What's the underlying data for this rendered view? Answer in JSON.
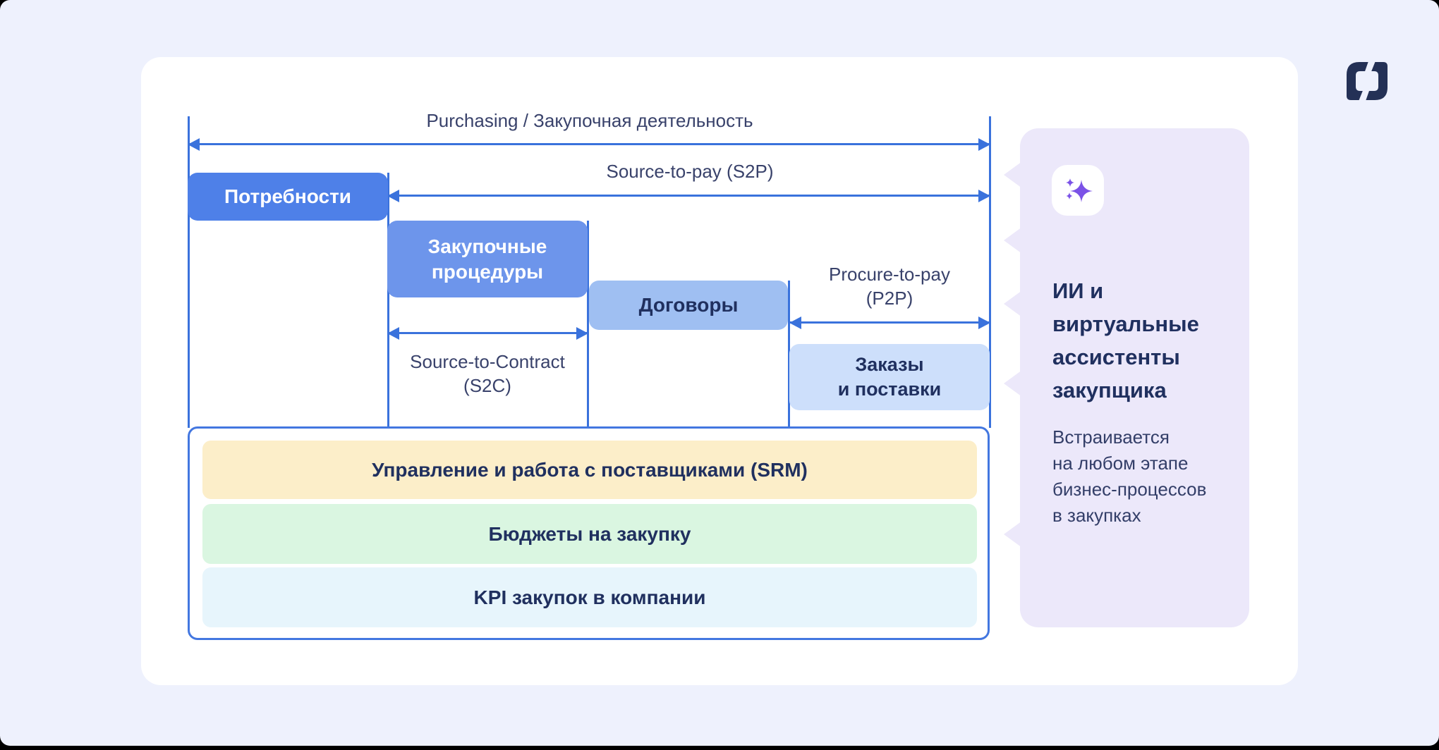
{
  "colors": {
    "bg": "#EEF1FD",
    "card": "#FFFFFF",
    "line": "#3A72DC",
    "border": "#4377E0",
    "box1": "#4E80E8",
    "box2": "#6D95EB",
    "box3": "#9FBFF2",
    "box4": "#CDDFFB",
    "bar-yellow": "#FCEEC9",
    "bar-green": "#DAF6E1",
    "bar-cyan": "#E7F5FC",
    "panel": "#ECE8FA",
    "navy": "#20305F",
    "slate": "#39426B",
    "accent": "#7B52E7",
    "logo": "#243156"
  },
  "diagram": {
    "purchasing_label": "Purchasing / Закупочная деятельность",
    "s2p_label": "Source-to-pay (S2P)",
    "s2c_label": "Source-to-Contract\n(S2C)",
    "p2p_label": "Procure-to-pay\n(P2P)",
    "stages": {
      "needs": "Потребности",
      "procedures": "Закупочные\nпроцедуры",
      "contracts": "Договоры",
      "orders": "Заказы\nи поставки"
    },
    "bars": {
      "srm": "Управление и работа с поставщиками (SRM)",
      "budgets": "Бюджеты на закупку",
      "kpi": "KPI закупок в компании"
    }
  },
  "panel": {
    "icon": "sparkles-icon",
    "title": "ИИ и\nвиртуальные\nассистенты\nзакупщика",
    "description": "Встраивается\nна любом этапе\nбизнес-процессов\nв закупках"
  }
}
